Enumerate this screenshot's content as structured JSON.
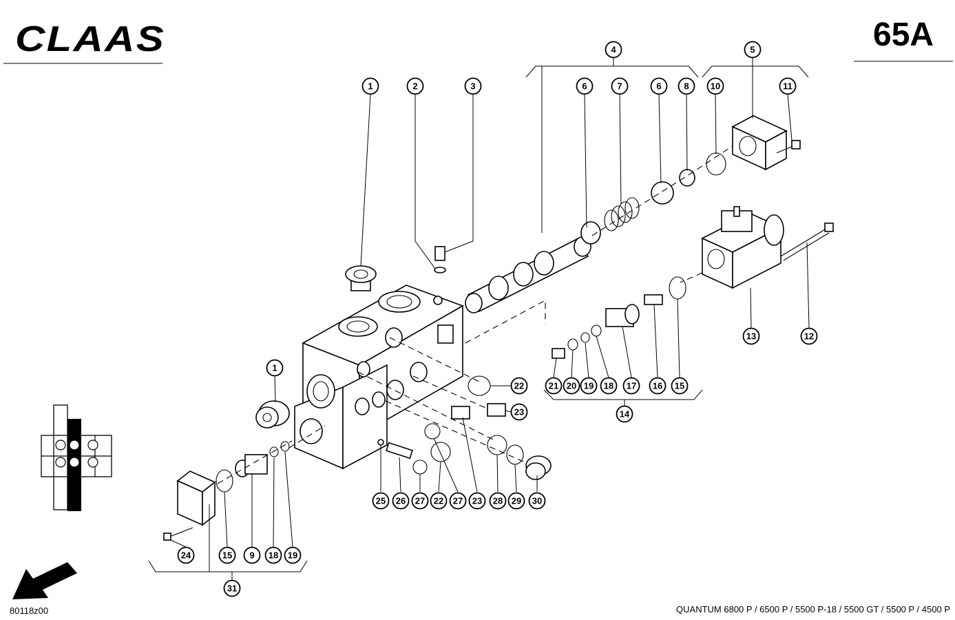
{
  "header": {
    "brand": "CLAAS",
    "sheet_number": "65A"
  },
  "footer": {
    "drawing_code": "80118z00",
    "models": "QUANTUM 6800 P / 6500 P / 5500 P-18 / 5500 GT / 5500 P / 4500 P"
  },
  "callouts": [
    "1",
    "2",
    "3",
    "4",
    "5",
    "6",
    "7",
    "6",
    "8",
    "10",
    "11",
    "1",
    "13",
    "12",
    "22",
    "23",
    "21",
    "20",
    "19",
    "18",
    "17",
    "16",
    "15",
    "14",
    "25",
    "26",
    "27",
    "22",
    "27",
    "23",
    "28",
    "29",
    "30",
    "24",
    "15",
    "9",
    "18",
    "19",
    "31"
  ]
}
